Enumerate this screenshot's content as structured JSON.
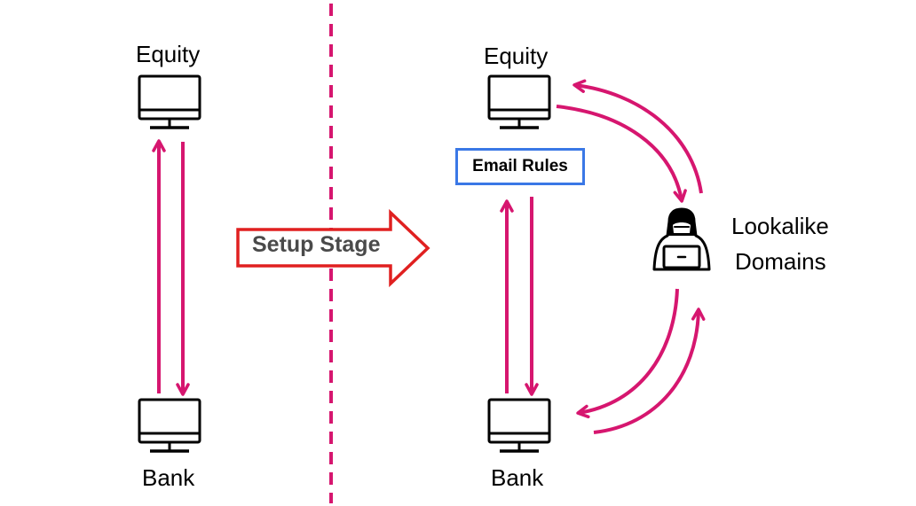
{
  "left": {
    "top_label": "Equity",
    "bottom_label": "Bank"
  },
  "transition": {
    "label": "Setup Stage"
  },
  "right": {
    "top_label": "Equity",
    "bottom_label": "Bank",
    "rules_label": "Email Rules",
    "attacker_label_line1": "Lookalike",
    "attacker_label_line2": "Domains"
  },
  "colors": {
    "flow": "#d6166f",
    "divider": "#d6166f",
    "setup_arrow": "#e02020",
    "rules_border": "#3a78e6",
    "icon": "#000000"
  }
}
